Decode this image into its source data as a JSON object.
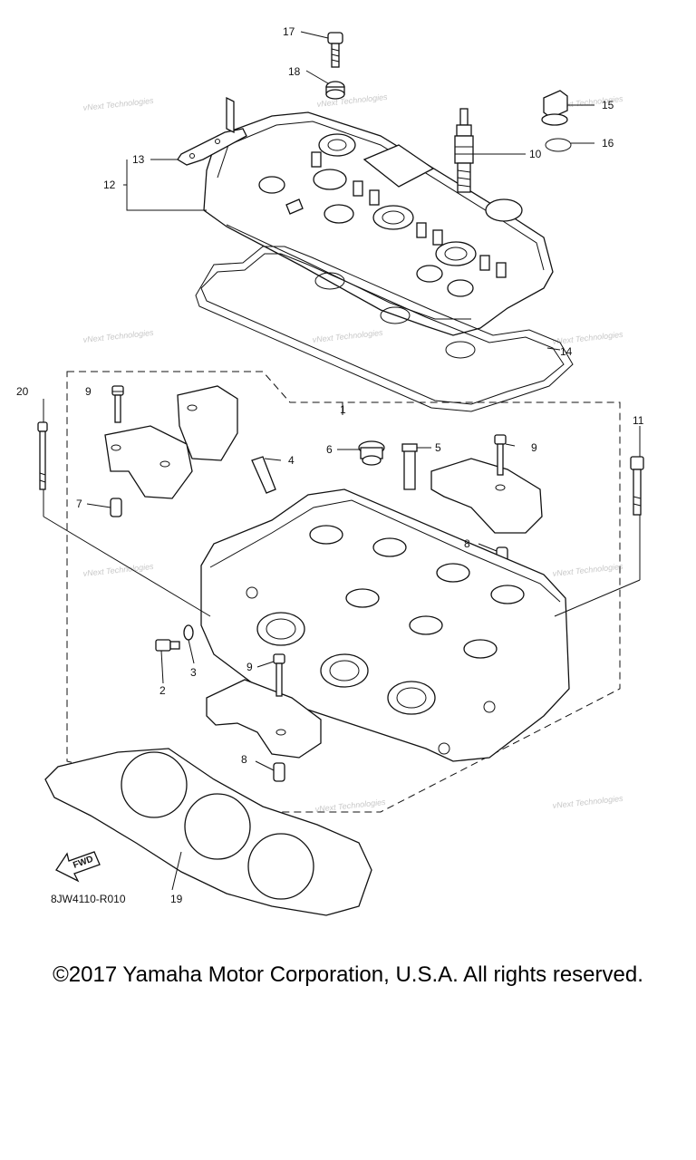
{
  "callouts": {
    "c1": "1",
    "c2": "2",
    "c3": "3",
    "c4": "4",
    "c5": "5",
    "c6": "6",
    "c7": "7",
    "c8a": "8",
    "c8b": "8",
    "c9a": "9",
    "c9b": "9",
    "c9c": "9",
    "c10": "10",
    "c11": "11",
    "c12": "12",
    "c13": "13",
    "c14": "14",
    "c15": "15",
    "c16": "16",
    "c17": "17",
    "c18": "18",
    "c19": "19",
    "c20": "20"
  },
  "watermark": "vNext Technologies",
  "diagram_code": "8JW4110-R010",
  "fwd_label": "FWD",
  "copyright": "©2017 Yamaha Motor Corporation, U.S.A. All rights reserved."
}
